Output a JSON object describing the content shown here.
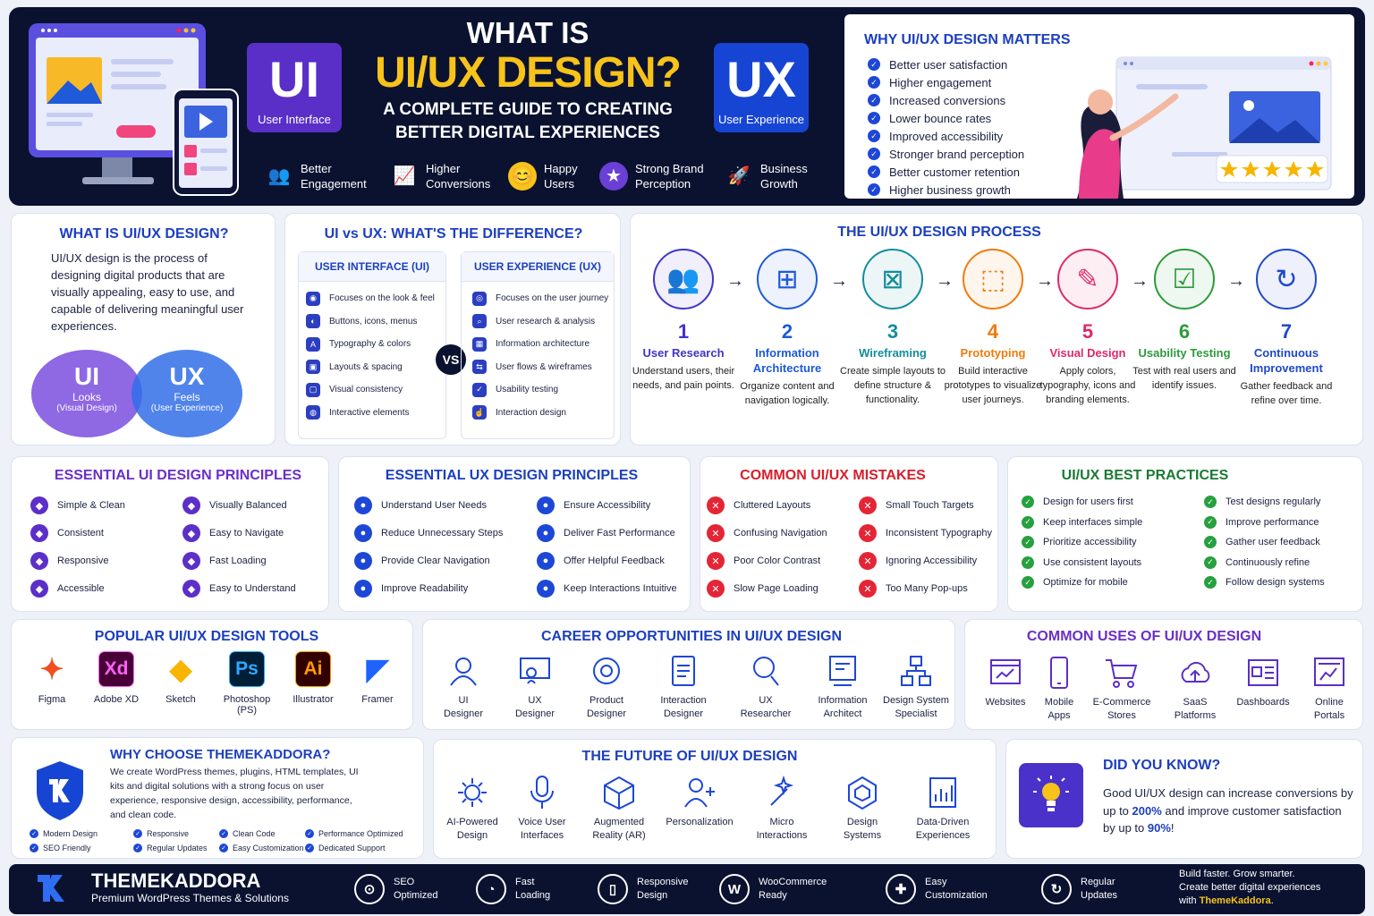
{
  "header": {
    "title_line1": "WHAT IS",
    "title_line2": "UI/UX DESIGN?",
    "subtitle_line1": "A COMPLETE GUIDE TO CREATING",
    "subtitle_line2": "BETTER DIGITAL EXPERIENCES",
    "ui_badge": {
      "big": "UI",
      "small": "User Interface"
    },
    "ux_badge": {
      "big": "UX",
      "small": "User Experience"
    },
    "stats": [
      {
        "line1": "Better",
        "line2": "Engagement",
        "icon": "users-icon"
      },
      {
        "line1": "Higher",
        "line2": "Conversions",
        "icon": "growth-chart-icon"
      },
      {
        "line1": "Happy",
        "line2": "Users",
        "icon": "smiley-icon"
      },
      {
        "line1": "Strong Brand",
        "line2": "Perception",
        "icon": "star-shield-icon"
      },
      {
        "line1": "Business",
        "line2": "Growth",
        "icon": "rocket-icon"
      }
    ]
  },
  "why_matters": {
    "title": "WHY UI/UX DESIGN MATTERS",
    "items": [
      "Better user satisfaction",
      "Higher engagement",
      "Increased conversions",
      "Lower bounce rates",
      "Improved accessibility",
      "Stronger brand perception",
      "Better customer retention",
      "Higher business growth"
    ]
  },
  "what_is": {
    "title": "WHAT IS UI/UX DESIGN?",
    "body": "UI/UX design is the process of designing digital products that are visually appealing, easy to use, and capable of delivering meaningful user experiences.",
    "ui": {
      "big": "UI",
      "line1": "Looks",
      "line2": "(Visual Design)"
    },
    "ux": {
      "big": "UX",
      "line1": "Feels",
      "line2": "(User Experience)"
    }
  },
  "difference": {
    "title": "UI vs UX: WHAT'S THE DIFFERENCE?",
    "vs": "VS",
    "ui_title": "USER INTERFACE (UI)",
    "ui_items": [
      "Focuses on the look & feel",
      "Buttons, icons, menus",
      "Typography & colors",
      "Layouts & spacing",
      "Visual consistency",
      "Interactive elements"
    ],
    "ux_title": "USER EXPERIENCE (UX)",
    "ux_items": [
      "Focuses on the user journey",
      "User research & analysis",
      "Information architecture",
      "User flows & wireframes",
      "Usability testing",
      "Interaction design"
    ]
  },
  "process": {
    "title": "THE UI/UX DESIGN PROCESS",
    "steps": [
      {
        "num": "1",
        "title": "User Research",
        "desc": "Understand users, their needs, and pain points.",
        "color": "#3f35c9"
      },
      {
        "num": "2",
        "title": "Information Architecture",
        "desc": "Organize content and navigation logically.",
        "color": "#1d5ad8"
      },
      {
        "num": "3",
        "title": "Wireframing",
        "desc": "Create simple layouts to define structure & functionality.",
        "color": "#138d9c"
      },
      {
        "num": "4",
        "title": "Prototyping",
        "desc": "Build interactive prototypes to visualize user journeys.",
        "color": "#f07b0d"
      },
      {
        "num": "5",
        "title": "Visual Design",
        "desc": "Apply colors, typography, icons and branding elements.",
        "color": "#e0286a"
      },
      {
        "num": "6",
        "title": "Usability Testing",
        "desc": "Test with real users and identify issues.",
        "color": "#2b9b3a"
      },
      {
        "num": "7",
        "title": "Continuous Improvement",
        "desc": "Gather feedback and refine over time.",
        "color": "#2049c9"
      }
    ]
  },
  "ui_principles": {
    "title": "ESSENTIAL UI DESIGN PRINCIPLES",
    "items": [
      "Simple & Clean",
      "Visually Balanced",
      "Consistent",
      "Easy to Navigate",
      "Responsive",
      "Fast Loading",
      "Accessible",
      "Easy to Understand"
    ]
  },
  "ux_principles": {
    "title": "ESSENTIAL UX DESIGN PRINCIPLES",
    "items": [
      "Understand User Needs",
      "Ensure Accessibility",
      "Reduce Unnecessary Steps",
      "Deliver Fast Performance",
      "Provide Clear Navigation",
      "Offer Helpful Feedback",
      "Improve Readability",
      "Keep Interactions Intuitive"
    ]
  },
  "mistakes": {
    "title": "COMMON UI/UX MISTAKES",
    "items": [
      "Cluttered Layouts",
      "Small Touch Targets",
      "Confusing Navigation",
      "Inconsistent Typography",
      "Poor Color Contrast",
      "Ignoring Accessibility",
      "Slow Page Loading",
      "Too Many Pop-ups"
    ]
  },
  "best": {
    "title": "UI/UX BEST PRACTICES",
    "items": [
      "Design for users first",
      "Test designs regularly",
      "Keep interfaces simple",
      "Improve performance",
      "Prioritize accessibility",
      "Gather user feedback",
      "Use consistent layouts",
      "Continuously refine",
      "Optimize for mobile",
      "Follow design systems"
    ]
  },
  "tools": {
    "title": "POPULAR UI/UX DESIGN TOOLS",
    "items": [
      {
        "name": "Figma",
        "line2": ""
      },
      {
        "name": "Adobe XD",
        "line2": "",
        "mark": "Xd"
      },
      {
        "name": "Sketch",
        "line2": ""
      },
      {
        "name": "Photoshop",
        "line2": "(PS)",
        "mark": "Ps"
      },
      {
        "name": "Illustrator",
        "line2": "",
        "mark": "Ai"
      },
      {
        "name": "Framer",
        "line2": ""
      }
    ]
  },
  "careers": {
    "title": "CAREER OPPORTUNITIES IN UI/UX DESIGN",
    "items": [
      {
        "l1": "UI",
        "l2": "Designer"
      },
      {
        "l1": "UX",
        "l2": "Designer"
      },
      {
        "l1": "Product",
        "l2": "Designer"
      },
      {
        "l1": "Interaction",
        "l2": "Designer"
      },
      {
        "l1": "UX",
        "l2": "Researcher"
      },
      {
        "l1": "Information",
        "l2": "Architect"
      },
      {
        "l1": "Design System",
        "l2": "Specialist"
      }
    ]
  },
  "uses": {
    "title": "COMMON USES OF UI/UX DESIGN",
    "items": [
      {
        "l1": "Websites",
        "l2": ""
      },
      {
        "l1": "Mobile",
        "l2": "Apps"
      },
      {
        "l1": "E-Commerce",
        "l2": "Stores"
      },
      {
        "l1": "SaaS",
        "l2": "Platforms"
      },
      {
        "l1": "Dashboards",
        "l2": ""
      },
      {
        "l1": "Online",
        "l2": "Portals"
      }
    ]
  },
  "why_choose": {
    "title": "WHY CHOOSE THEMEKADDORA?",
    "body": "We create WordPress themes, plugins, HTML templates, UI kits and digital solutions with a strong focus on user experience, responsive design, accessibility, performance, and clean code.",
    "tags": [
      "Modern Design",
      "Responsive",
      "Clean Code",
      "Performance Optimized",
      "SEO Friendly",
      "Regular Updates",
      "Easy Customization",
      "Dedicated Support"
    ]
  },
  "future": {
    "title": "THE FUTURE OF UI/UX DESIGN",
    "items": [
      {
        "l1": "AI-Powered",
        "l2": "Design"
      },
      {
        "l1": "Voice User",
        "l2": "Interfaces"
      },
      {
        "l1": "Augmented",
        "l2": "Reality (AR)"
      },
      {
        "l1": "Personalization",
        "l2": ""
      },
      {
        "l1": "Micro",
        "l2": "Interactions"
      },
      {
        "l1": "Design",
        "l2": "Systems"
      },
      {
        "l1": "Data-Driven",
        "l2": "Experiences"
      }
    ]
  },
  "did_you_know": {
    "title": "DID YOU KNOW?",
    "pre": "Good UI/UX design can increase conversions by up to ",
    "v1": "200%",
    "mid": " and improve customer satisfaction by up to ",
    "v2": "90%",
    "post": "!"
  },
  "footer": {
    "brand": "THEMEKADDORA",
    "tagline": "Premium WordPress Themes & Solutions",
    "features": [
      {
        "l1": "SEO",
        "l2": "Optimized"
      },
      {
        "l1": "Fast",
        "l2": "Loading"
      },
      {
        "l1": "Responsive",
        "l2": "Design"
      },
      {
        "l1": "WooCommerce",
        "l2": "Ready"
      },
      {
        "l1": "Easy",
        "l2": "Customization"
      },
      {
        "l1": "Regular",
        "l2": "Updates"
      }
    ],
    "cta1": "Build faster. Grow smarter.",
    "cta2": "Create better digital experiences",
    "cta3": "with ",
    "cta_brand": "ThemeKaddora",
    "cta_end": "."
  },
  "colors": {
    "navy": "#0a1230",
    "blue": "#1c3fbf",
    "yellow": "#f7c21a",
    "purple": "#6a3fd6",
    "red": "#e32636",
    "green": "#27a03f"
  }
}
